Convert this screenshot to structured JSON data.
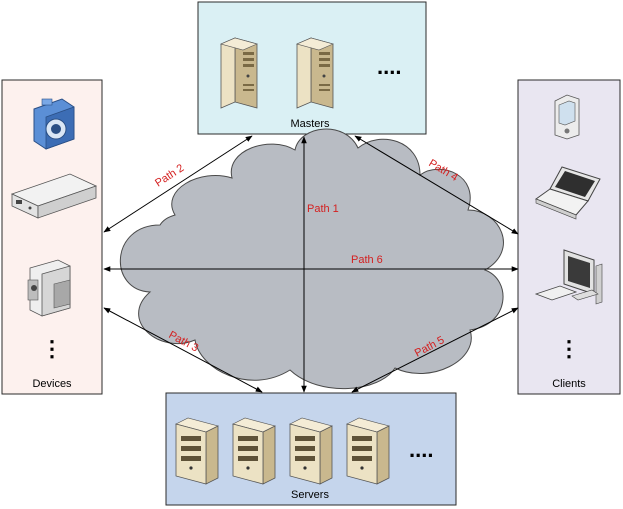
{
  "groups": {
    "masters": {
      "label": "Masters",
      "more": "....",
      "fill": "#daf0f4"
    },
    "devices": {
      "label": "Devices",
      "more": "⋮",
      "fill": "#fdf1ee"
    },
    "clients": {
      "label": "Clients",
      "more": "⋮",
      "fill": "#e9e6f1"
    },
    "servers": {
      "label": "Servers",
      "more": "....",
      "fill": "#c5d5ec"
    }
  },
  "paths": {
    "p1": "Path 1",
    "p2": "Path 2",
    "p3": "Path 3",
    "p4": "Path 4",
    "p5": "Path 5",
    "p6": "Path 6"
  },
  "colors": {
    "cloud": "#b8bcc3",
    "path_label": "#d42020",
    "server": "#e9dcc0"
  },
  "icons": [
    "server-tower-icon",
    "camera-icon",
    "set-top-box-icon",
    "camcorder-icon",
    "pda-icon",
    "laptop-icon",
    "desktop-pc-icon",
    "server-icon"
  ]
}
